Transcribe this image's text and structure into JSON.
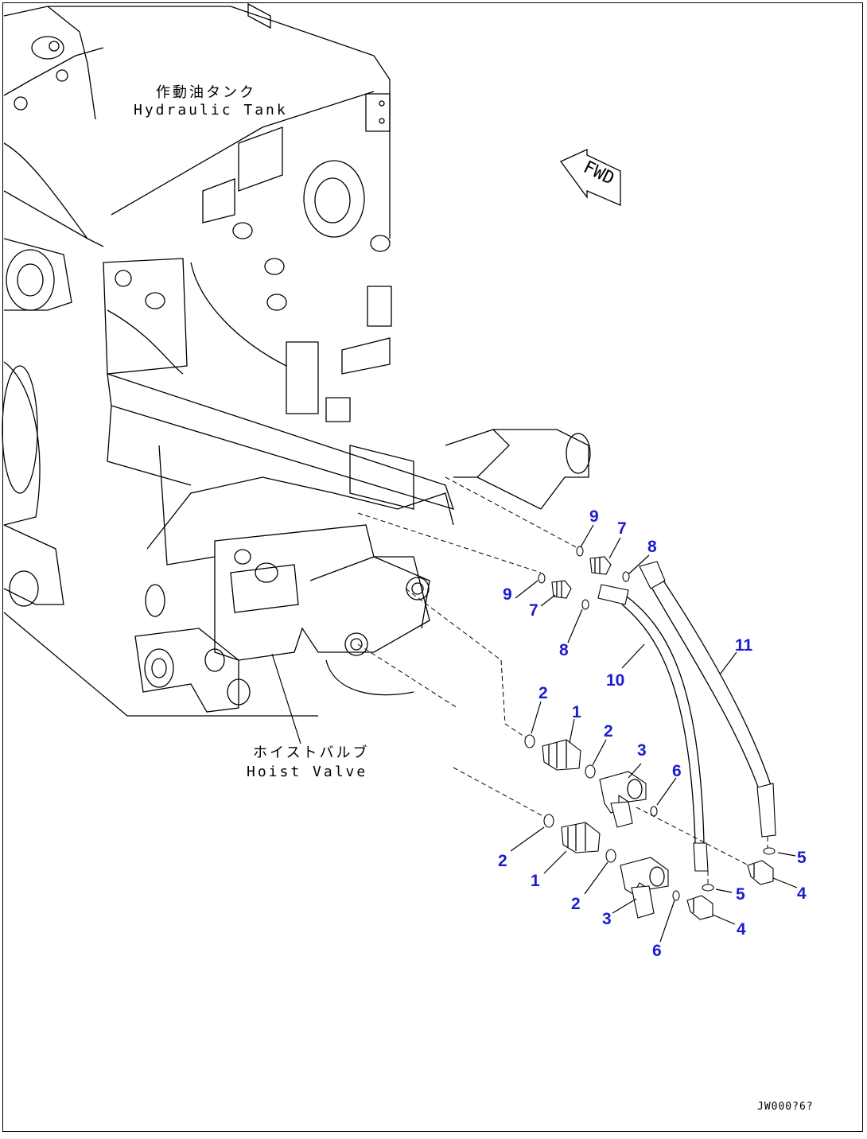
{
  "labels": {
    "tank_jp": "作動油タンク",
    "tank_en": "Hydraulic Tank",
    "valve_jp": "ホイストバルブ",
    "valve_en": "Hoist Valve",
    "fwd": "FWD",
    "drawing_code": "JW000?6?"
  },
  "callouts": [
    {
      "id": "c9a",
      "text": "9"
    },
    {
      "id": "c7a",
      "text": "7"
    },
    {
      "id": "c8a",
      "text": "8"
    },
    {
      "id": "c9b",
      "text": "9"
    },
    {
      "id": "c7b",
      "text": "7"
    },
    {
      "id": "c8b",
      "text": "8"
    },
    {
      "id": "c10",
      "text": "10"
    },
    {
      "id": "c11",
      "text": "11"
    },
    {
      "id": "c2a",
      "text": "2"
    },
    {
      "id": "c1a",
      "text": "1"
    },
    {
      "id": "c2b",
      "text": "2"
    },
    {
      "id": "c3a",
      "text": "3"
    },
    {
      "id": "c6a",
      "text": "6"
    },
    {
      "id": "c2c",
      "text": "2"
    },
    {
      "id": "c1b",
      "text": "1"
    },
    {
      "id": "c2d",
      "text": "2"
    },
    {
      "id": "c3b",
      "text": "3"
    },
    {
      "id": "c6b",
      "text": "6"
    },
    {
      "id": "c5a",
      "text": "5"
    },
    {
      "id": "c4a",
      "text": "4"
    },
    {
      "id": "c5b",
      "text": "5"
    },
    {
      "id": "c4b",
      "text": "4"
    }
  ],
  "colors": {
    "callout": "#1b1bd0",
    "line": "#000000"
  }
}
